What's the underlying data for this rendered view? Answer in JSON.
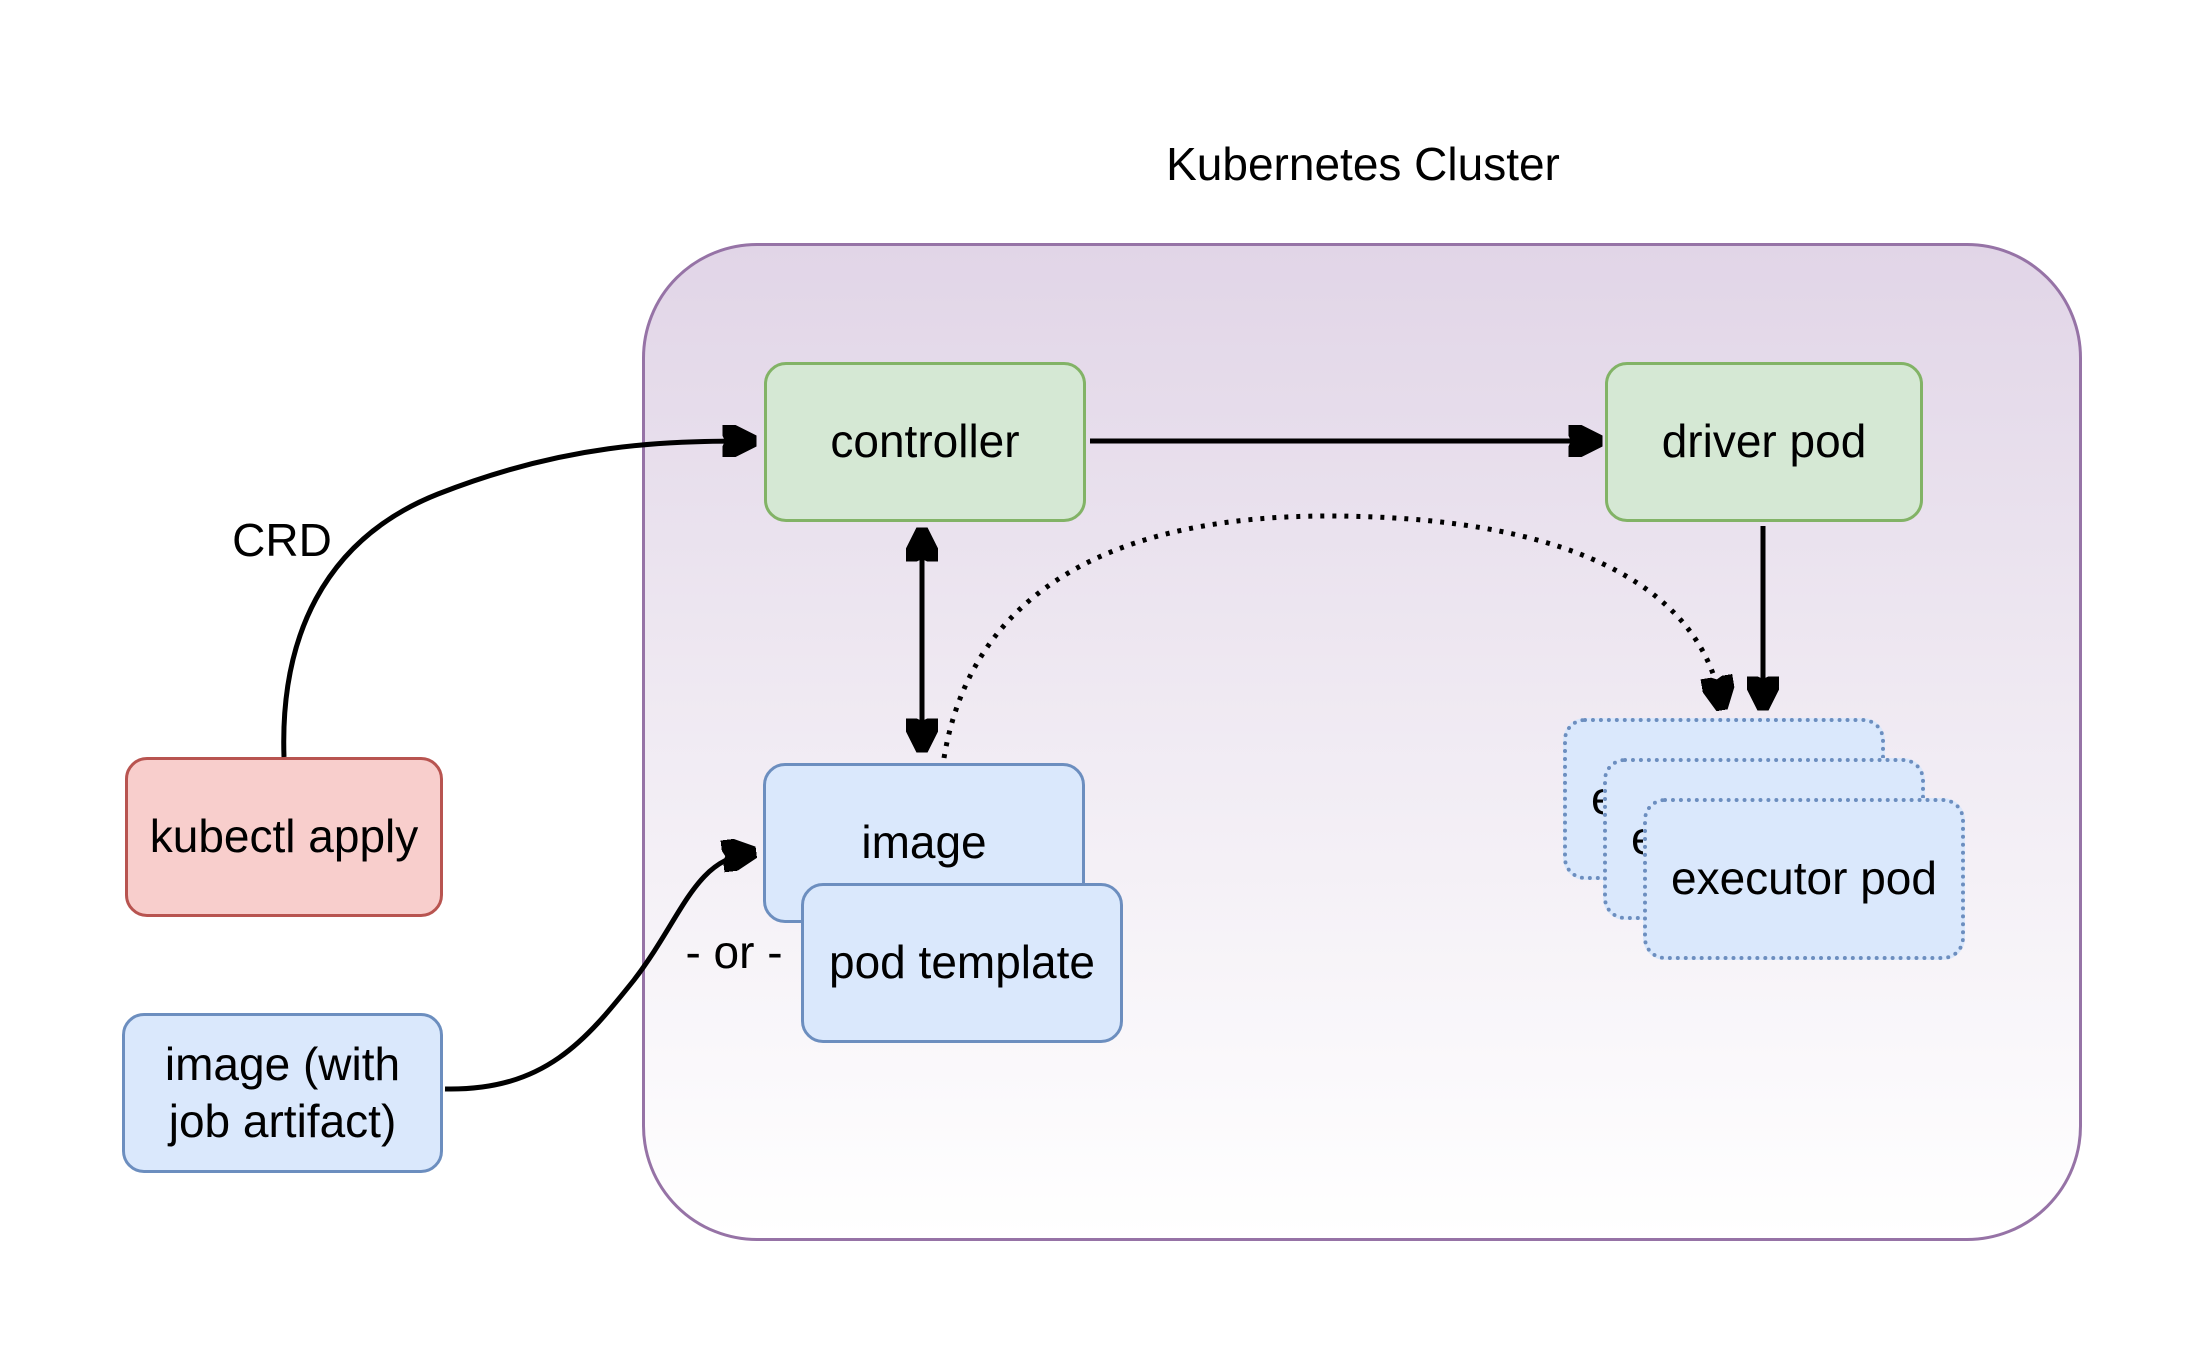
{
  "title": "Kubernetes Cluster",
  "nodes": {
    "controller": {
      "label": "controller"
    },
    "driver_pod": {
      "label": "driver pod"
    },
    "image": {
      "label": "image"
    },
    "pod_template": {
      "label": "pod template"
    },
    "executor_pod": {
      "label": "executor pod"
    },
    "kubectl_apply": {
      "label": "kubectl apply"
    },
    "image_with_job_artifact": {
      "label": "image (with job artifact)"
    }
  },
  "edge_labels": {
    "crd": "CRD",
    "or": "- or -"
  },
  "edges": [
    {
      "from": "kubectl apply",
      "to": "controller",
      "label": "CRD",
      "style": "solid-curve"
    },
    {
      "from": "controller",
      "to": "driver pod",
      "style": "solid-straight"
    },
    {
      "from": "controller",
      "to": "image",
      "style": "solid-double-headed"
    },
    {
      "from": "driver pod",
      "to": "executor pod",
      "style": "solid-straight"
    },
    {
      "from": "image",
      "to": "executor pod",
      "style": "dotted-curve"
    },
    {
      "from": "image (with job artifact)",
      "to": "image",
      "label": "- or -",
      "style": "solid-curve"
    }
  ],
  "colors": {
    "cluster_border": "#9673a6",
    "cluster_fill_top": "#e1d5e7",
    "cluster_fill_bottom": "#ffffff",
    "green_fill": "#d5e8d4",
    "green_border": "#82b366",
    "blue_fill": "#dae8fc",
    "blue_border": "#6c8ebf",
    "red_fill": "#f8cecc",
    "red_border": "#b85450",
    "arrow": "#000000",
    "text": "#000000"
  }
}
